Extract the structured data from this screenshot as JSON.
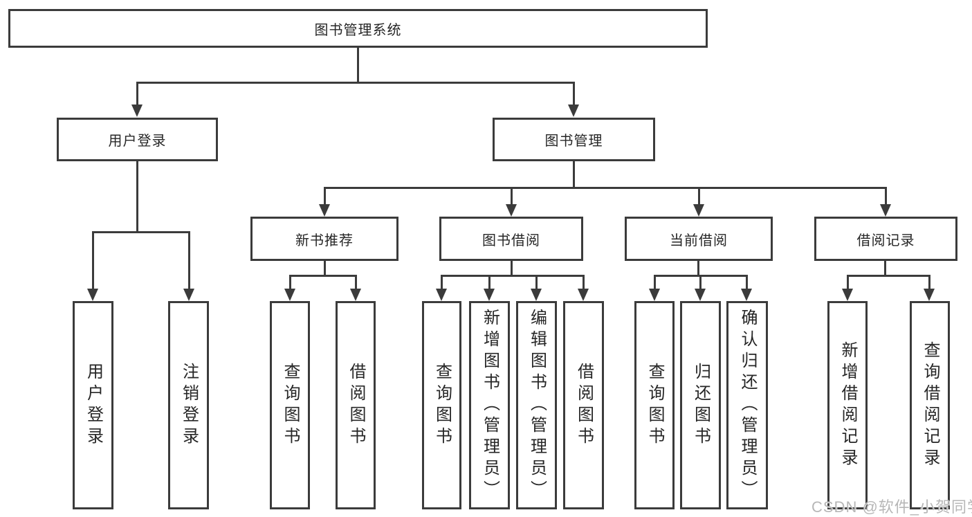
{
  "colors": {
    "line": "#3b3b3b",
    "text": "#262626",
    "watermark": "#b7b7b7"
  },
  "tree": {
    "root": "图书管理系统",
    "user": {
      "label": "用户登录",
      "children": [
        "用户登录",
        "注销登录"
      ]
    },
    "mgmt": {
      "label": "图书管理",
      "groups": [
        {
          "label": "新书推荐",
          "children": [
            "查询图书",
            "借阅图书"
          ]
        },
        {
          "label": "图书借阅",
          "children": [
            "查询图书",
            "新增图书（管理员）",
            "编辑图书（管理员）",
            "借阅图书"
          ]
        },
        {
          "label": "当前借阅",
          "children": [
            "查询图书",
            "归还图书",
            "确认归还（管理员）"
          ]
        },
        {
          "label": "借阅记录",
          "children": [
            "新增借阅记录",
            "查询借阅记录"
          ]
        }
      ]
    }
  },
  "watermark": "CSDN @软件_小贺同学"
}
